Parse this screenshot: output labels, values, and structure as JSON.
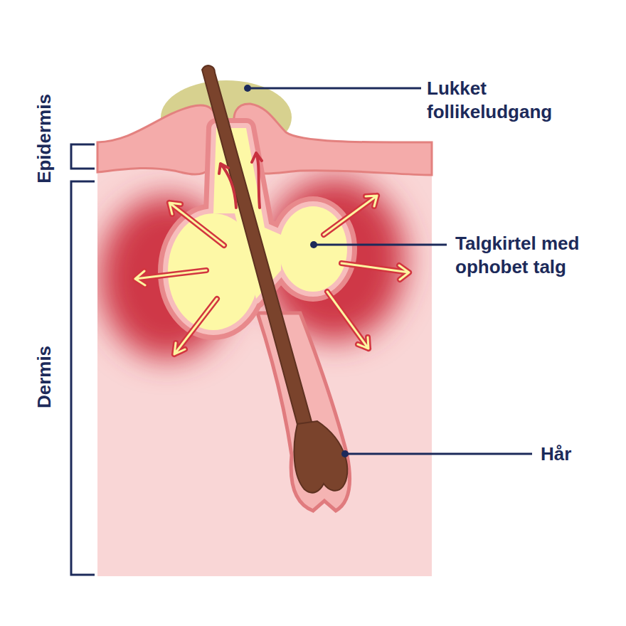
{
  "diagram": {
    "labels": [
      "Epidermis",
      "Dermis",
      "Lukket follikeludgang",
      "Talgkirtel med ophobet talg",
      "Hår"
    ]
  }
}
